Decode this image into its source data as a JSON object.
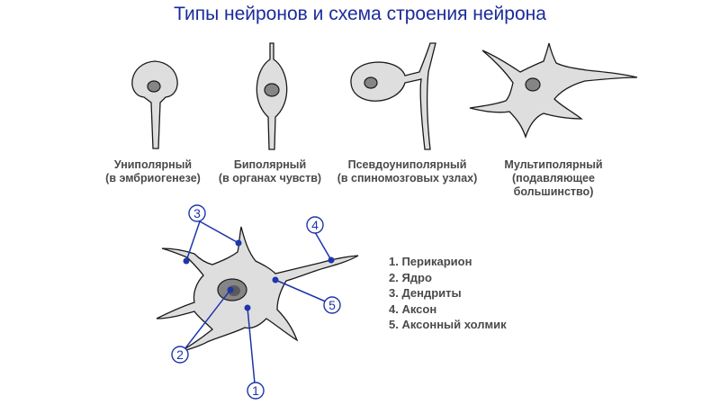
{
  "title": "Типы нейронов и схема строения нейрона",
  "neuron_types": [
    {
      "name": "Униполярный",
      "note": "(в эмбриогенезе)"
    },
    {
      "name": "Биполярный",
      "note": "(в органах чувств)"
    },
    {
      "name": "Псевдоуниполярный",
      "note": "(в спиномозговых узлах)"
    },
    {
      "name": "Мультиполярный",
      "note": "(подавляющее",
      "note2": "большинство)"
    }
  ],
  "markers": [
    "1",
    "2",
    "3",
    "4",
    "5"
  ],
  "legend": [
    "1. Перикарион",
    "2. Ядро",
    "3. Дендриты",
    "4. Аксон",
    "5. Аксонный холмик"
  ],
  "colors": {
    "title": "#1a2b9a",
    "marker": "#1f35a8",
    "cell_fill": "#dedede",
    "nucleus_fill": "#858585"
  }
}
